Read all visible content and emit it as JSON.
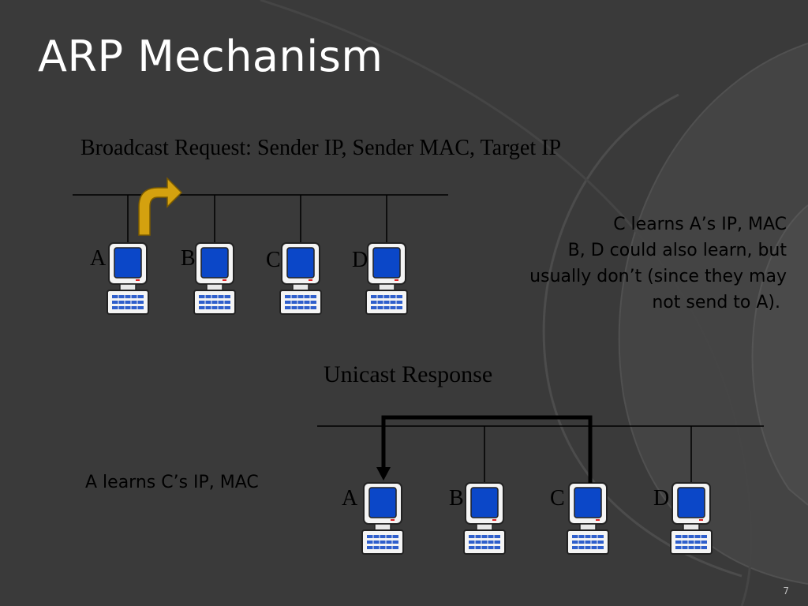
{
  "slide": {
    "title": "ARP Mechanism",
    "page_number": "7"
  },
  "broadcast": {
    "caption": "Broadcast Request: Sender IP, Sender MAC, Target IP",
    "nodes": [
      "A",
      "B",
      "C",
      "D"
    ],
    "note_lines": [
      "C learns A’s IP, MAC",
      "B, D could also learn, but",
      "usually don’t (since they may",
      "not send to A)."
    ]
  },
  "unicast": {
    "caption": "Unicast Response",
    "nodes": [
      "A",
      "B",
      "C",
      "D"
    ],
    "note": "A learns C’s IP, MAC"
  },
  "colors": {
    "background": "#3a3a3a",
    "title": "#ffffff",
    "screen": "#0b47c8",
    "broadcast_arrow": "#d4a10f",
    "wire": "#000000"
  },
  "icons": {
    "computer": "desktop-computer-icon",
    "broadcast_arrow": "curved-arrow-icon",
    "unicast_arrow": "path-arrow-icon"
  }
}
